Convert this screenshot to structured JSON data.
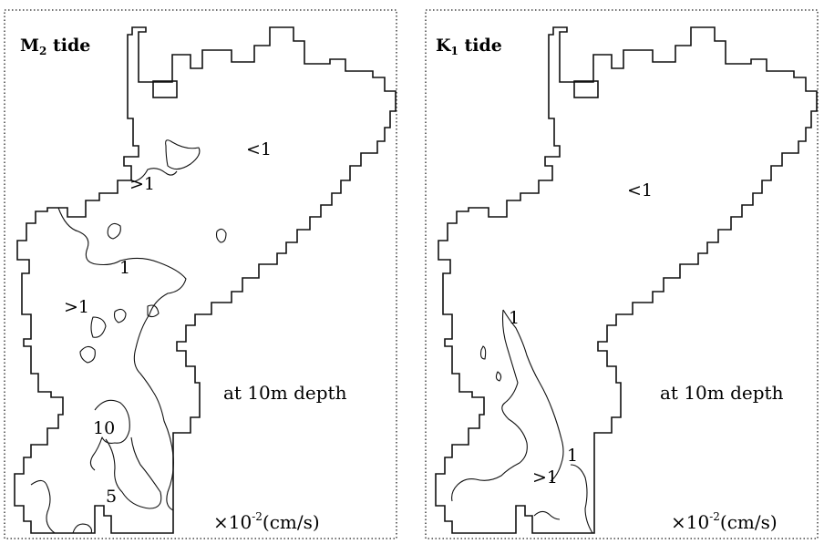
{
  "panels": [
    {
      "title_letter": "M",
      "title_sub": "2",
      "title_rest": " tide",
      "depth_label": "at 10m depth",
      "units_prefix": "×10",
      "units_exp": "-2",
      "units_suffix": "(cm/s)",
      "contour_labels": [
        "<1",
        ">1",
        "1",
        ">1",
        "10",
        "5"
      ]
    },
    {
      "title_letter": "K",
      "title_sub": "1",
      "title_rest": " tide",
      "depth_label": "at 10m depth",
      "units_prefix": "×10",
      "units_exp": "-2",
      "units_suffix": "(cm/s)",
      "contour_labels": [
        "<1",
        "1",
        ">1",
        "1"
      ]
    }
  ]
}
